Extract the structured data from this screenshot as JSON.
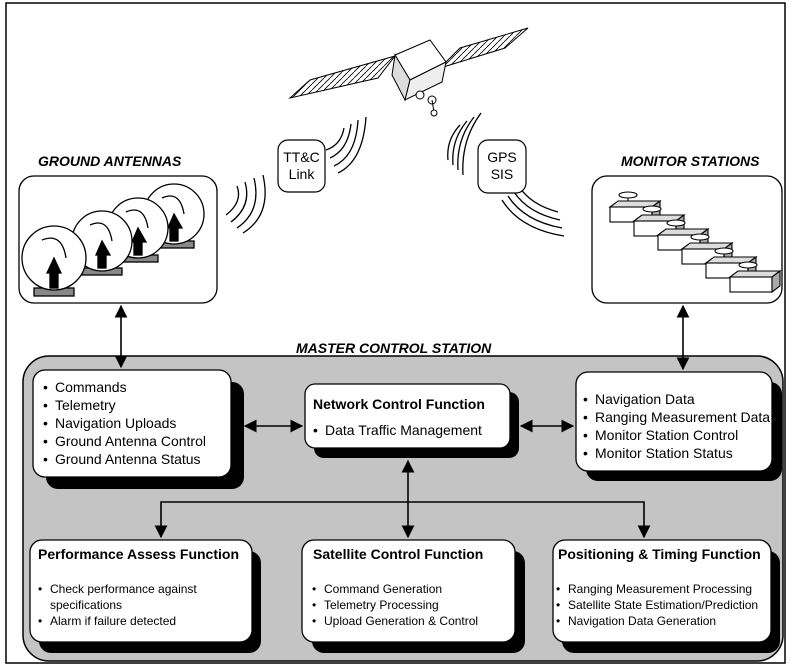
{
  "ground_antennas": {
    "title": "GROUND ANTENNAS"
  },
  "monitor_stations": {
    "title": "MONITOR STATIONS"
  },
  "ttc_link": {
    "line1": "TT&C",
    "line2": "Link"
  },
  "gps_sis": {
    "line1": "GPS",
    "line2": "SIS"
  },
  "master_control_station": {
    "title": "MASTER CONTROL STATION"
  },
  "ground_antenna_functions": {
    "items": [
      "Commands",
      "Telemetry",
      "Navigation Uploads",
      "Ground Antenna Control",
      "Ground Antenna Status"
    ]
  },
  "network_control_function": {
    "title": "Network Control Function",
    "items": [
      "Data Traffic Management"
    ]
  },
  "monitor_station_functions": {
    "items": [
      "Navigation Data",
      "Ranging Measurement Data",
      "Monitor Station Control",
      "Monitor Station Status"
    ]
  },
  "performance_assess_function": {
    "title": "Performance Assess Function",
    "items": [
      "Check performance against specifications",
      "Alarm if failure detected"
    ]
  },
  "satellite_control_function": {
    "title": "Satellite Control Function",
    "items": [
      "Command Generation",
      "Telemetry Processing",
      "Upload Generation & Control"
    ]
  },
  "positioning_timing_function": {
    "title": "Positioning & Timing Function",
    "items": [
      "Ranging Measurement Processing",
      "Satellite State Estimation/Prediction",
      "Navigation Data Generation"
    ]
  }
}
